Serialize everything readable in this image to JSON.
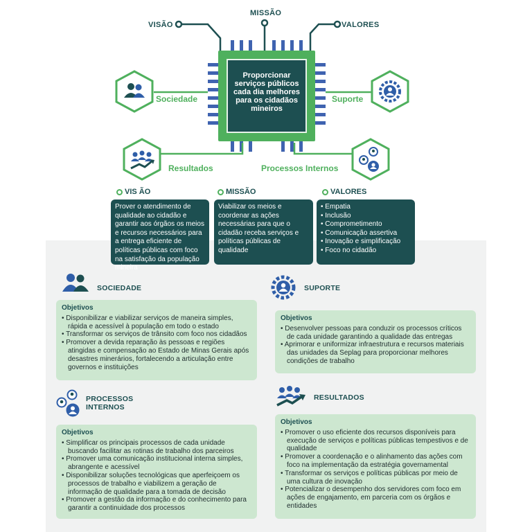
{
  "chip": {
    "center_text": "Proporcionar serviços públicos cada dia melhores para os cidadãos mineiros",
    "labels": {
      "missao": "MISSÃO",
      "visao": "VISÃO",
      "valores": "VALORES",
      "sociedade": "Sociedade",
      "suporte": "Suporte",
      "resultados": "Resultados",
      "processos": "Processos Internos"
    }
  },
  "vmv": {
    "visao": {
      "title": "VIS ÃO",
      "text": "Prover o atendimento de qualidade ao cidadão e garantir aos órgãos os meios e recursos necessários para a entrega eficiente de políticas públicas com foco na satisfação da população mineira"
    },
    "missao": {
      "title": "MISSÃO",
      "text": "Viabilizar os meios e coordenar as ações necessárias para que o cidadão receba serviços e políticas públicas de qualidade"
    },
    "valores": {
      "title": "VALORES",
      "items": [
        "Empatia",
        "Inclusão",
        "Comprometimento",
        "Comunicação assertiva",
        "Inovação e simplificação",
        "Foco no cidadão"
      ]
    }
  },
  "sections": {
    "sociedade": {
      "title": "SOCIEDADE",
      "objetivos_label": "Objetivos",
      "items": [
        "Disponibilizar e viabilizar serviços de maneira simples, rápida e acessível à população em todo o estado",
        "Transformar os serviços de trânsito com foco nos cidadãos",
        "Promover a devida reparação às pessoas e regiões atingidas e compensação ao Estado de Minas Gerais após desastres minerários, fortalecendo a articulação entre governos e instituições"
      ]
    },
    "suporte": {
      "title": "SUPORTE",
      "objetivos_label": "Objetivos",
      "items": [
        "Desenvolver pessoas para conduzir os processos críticos de cada unidade garantindo a qualidade das entregas",
        "Aprimorar e uniformizar infraestrutura e recursos materiais das unidades da Seplag para proporcionar melhores condições de trabalho"
      ]
    },
    "processos": {
      "title_line1": "PROCESSOS",
      "title_line2": "INTERNOS",
      "objetivos_label": "Objetivos",
      "items": [
        "Simplificar os principais processos de cada unidade buscando facilitar as rotinas de trabalho dos parceiros",
        "Promover uma comunicação institucional interna simples, abrangente e acessível",
        "Disponibilizar soluções tecnológicas que aperfeiçoem os processos de trabalho e viabilizem a geração de informação de qualidade para a tomada de decisão",
        "Promover a gestão da informação e do conhecimento para garantir a continuidade dos processos"
      ]
    },
    "resultados": {
      "title": "RESULTADOS",
      "objetivos_label": "Objetivos",
      "items": [
        "Promover o uso eficiente dos recursos disponíveis para execução de serviços e políticas públicas tempestivos e de qualidade",
        "Promover a coordenação e o alinhamento das ações com foco na implementação da estratégia governamental",
        "Transformar os serviços e políticas públicas por meio de uma cultura de inovação",
        "Potencializar o desempenho dos servidores com foco em ações de engajamento, em parceria com os órgãos e entidades"
      ]
    }
  },
  "colors": {
    "dark_teal": "#1d4f51",
    "green": "#4fb05d",
    "light_green": "#cde7d0",
    "pin_blue": "#3f63b0",
    "icon_blue": "#2f5ea8",
    "panel_gray": "#f1f2f2"
  },
  "icons": [
    "people-icon",
    "gear-person-icon",
    "team-growth-icon",
    "network-people-icon"
  ]
}
